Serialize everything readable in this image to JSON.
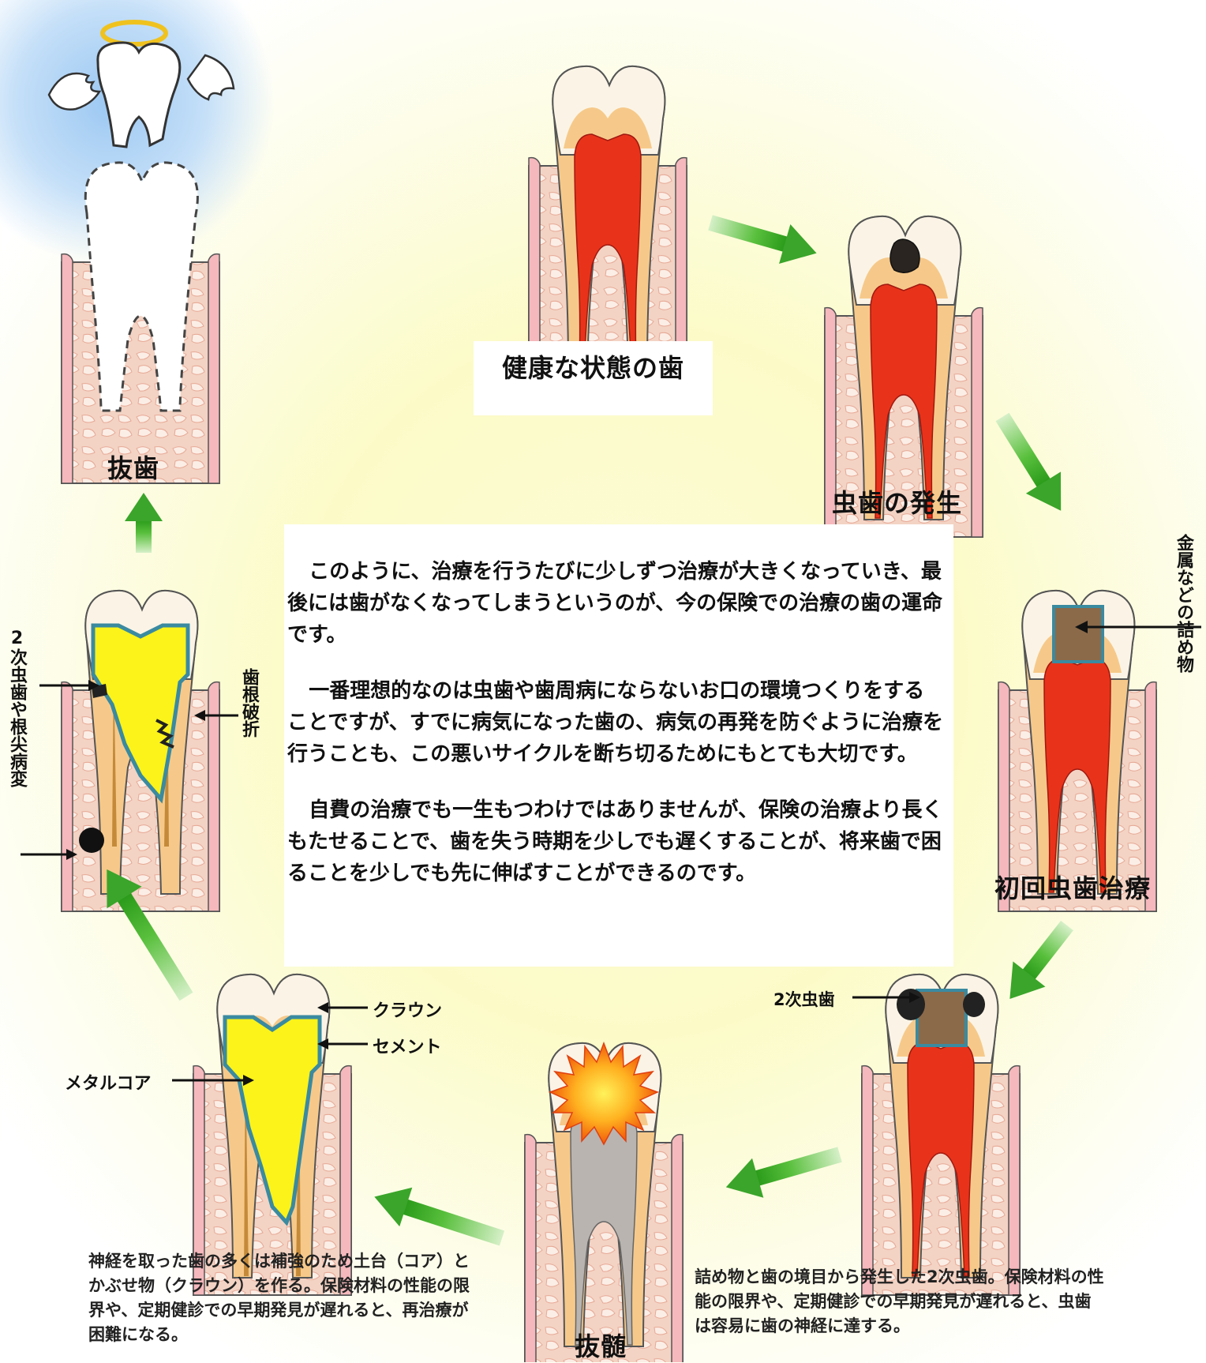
{
  "stages": {
    "healthy": "健康な状態の歯",
    "caries_onset": "虫歯の発生",
    "first_treatment": "初回虫歯治療",
    "pulp_removal": "抜髄",
    "extraction": "抜歯"
  },
  "labels": {
    "metal_filling": "金属などの詰め物",
    "secondary_caries": "2次虫歯",
    "crown": "クラウン",
    "cement": "セメント",
    "metal_core": "メタルコア",
    "root_fracture": "歯根破折",
    "secondary_caries_or_apical": "2次虫歯や根尖病変"
  },
  "notes": {
    "secondary_caries_note": "詰め物と歯の境目から発生した2次虫歯。保険材料の性能の限界や、定期健診での早期発見が遅れると、虫歯は容易に歯の神経に達する。",
    "core_crown_note": "神経を取った歯の多くは補強のため土台（コア）とかぶせ物（クラウン）を作る。保険材料の性能の限界や、定期健診での早期発見が遅れると、再治療が困難になる。"
  },
  "center_text": {
    "p1": "このように、治療を行うたびに少しずつ治療が大きくなっていき、最後には歯がなくなってしまうというのが、今の保険での治療の歯の運命です。",
    "p2": "一番理想的なのは虫歯や歯周病にならないお口の環境つくりをすることですが、すでに病気になった歯の、病気の再発を防ぐように治療を行うことも、この悪いサイクルを断ち切るためにもとても大切です。",
    "p3": "自費の治療でも一生もつわけではありませんが、保険の治療より長くもたせることで、歯を失う時期を少しでも遅くすることが、将来歯で困ることを少しでも先に伸ばすことができるのです。"
  },
  "colors": {
    "enamel": "#fbf4e6",
    "dentin": "#f6c98a",
    "pulp": "#e8331a",
    "gum": "#f5b8bc",
    "bone": "#f3d3c4",
    "metal_filling": "#8b6a4a",
    "core": "#fbf31a",
    "arrow": "#3aa52a"
  },
  "icons": {
    "angel_tooth": "angel-tooth-icon",
    "inflammation": "inflammation-burst-icon"
  }
}
